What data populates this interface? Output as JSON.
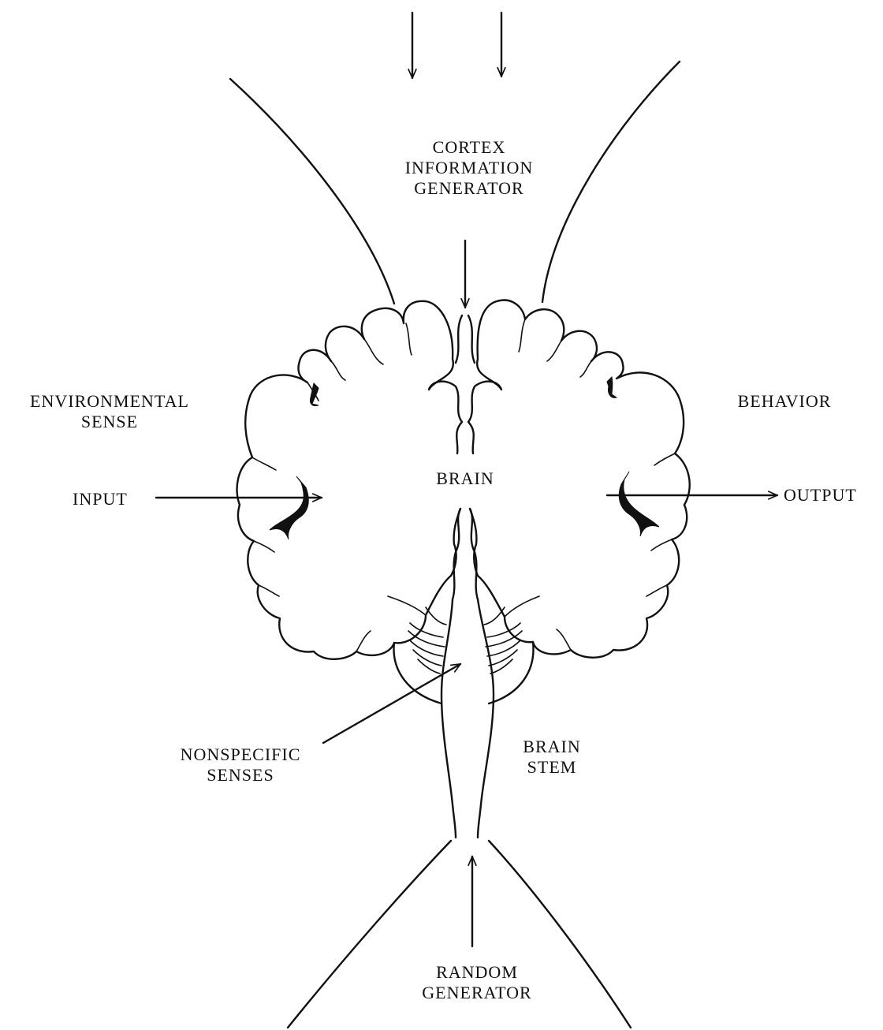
{
  "labels": {
    "cortex": [
      "CORTEX",
      "INFORMATION",
      "GENERATOR"
    ],
    "environmental": [
      "ENVIRONMENTAL",
      "SENSE"
    ],
    "behavior": "BEHAVIOR",
    "input": "INPUT",
    "output": "OUTPUT",
    "brain": "BRAIN",
    "nonspecific": [
      "NONSPECIFIC",
      "SENSES"
    ],
    "brain_stem": [
      "BRAIN",
      "STEM"
    ],
    "random": [
      "RANDOM",
      "GENERATOR"
    ]
  },
  "colors": {
    "ink": "#111111",
    "background": "#ffffff"
  }
}
